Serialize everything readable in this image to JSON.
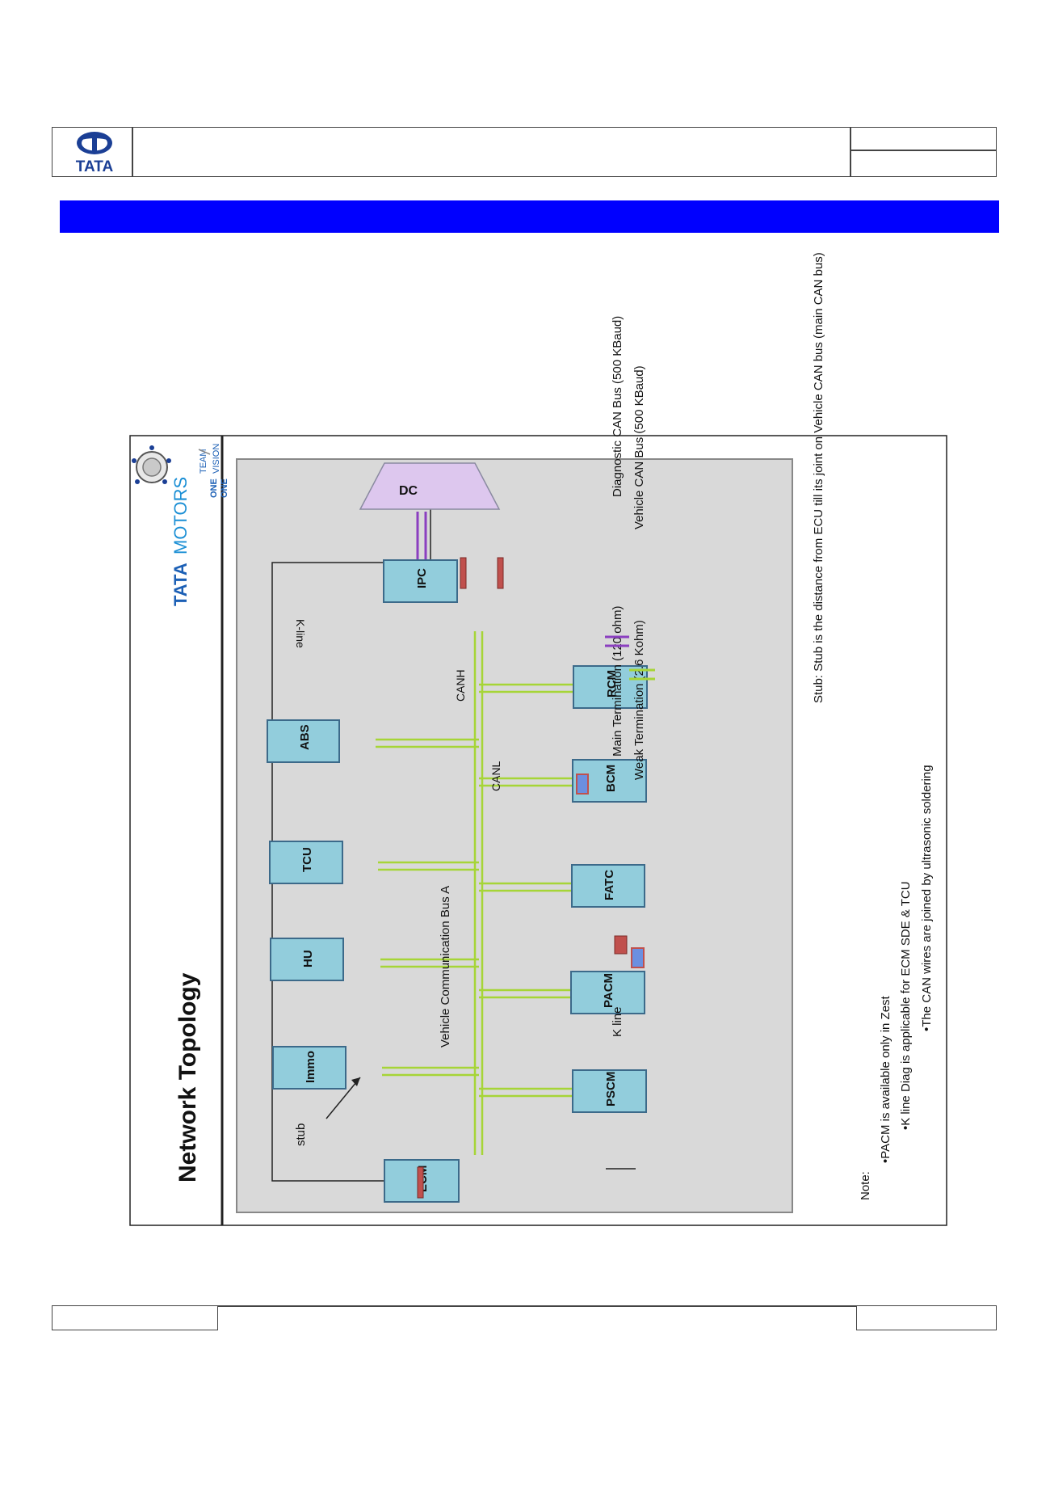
{
  "header": {
    "logo_text": "TATA"
  },
  "figure": {
    "title": "Network Topology",
    "brand": {
      "tata": "TATA",
      "motors": "MOTORS",
      "one1": "ONE",
      "team": "TEAM",
      "one2": "ONE",
      "vision": "VISION"
    },
    "nodes": {
      "dc": "DC",
      "ipc": "IPC",
      "ecm": "ECM",
      "abs": "ABS",
      "tcu": "TCU",
      "hu": "HU",
      "immo": "Immo",
      "rcm": "RCM",
      "bcm": "BCM",
      "fatc": "FATC",
      "pacm": "PACM",
      "pscm": "PSCM"
    },
    "labels": {
      "kline": "K-line",
      "canh": "CANH",
      "canl": "CANL",
      "bus": "Vehicle Communication Bus A",
      "stub": "stub"
    },
    "legend": {
      "kline": "K line",
      "main_term": "Main Termination (120 ohm)",
      "weak_term": "Weak Termination (2.6 Kohm)",
      "diag_can": "Diagnostic CAN Bus (500 KBaud)",
      "vehicle_can": "Vehicle CAN Bus (500 KBaud)"
    },
    "notes": {
      "stub_def": "Stub: Stub is the distance from ECU till its joint on Vehicle CAN bus (main CAN bus)",
      "note_title": "Note:",
      "note1": "•PACM is available only in Zest",
      "note2": "•K line Diag is applicable for ECM SDE & TCU",
      "note3": "•The CAN wires are joined by ultrasonic soldering"
    },
    "colors": {
      "node_fill": "#92cddc",
      "dc_fill": "#ddc7ee",
      "can_green": "#a6d537",
      "diag_purple": "#8b3fc0",
      "term_red": "#c0504d",
      "weak_blue": "#6b8fe0",
      "panel": "#d9d9d9"
    }
  }
}
